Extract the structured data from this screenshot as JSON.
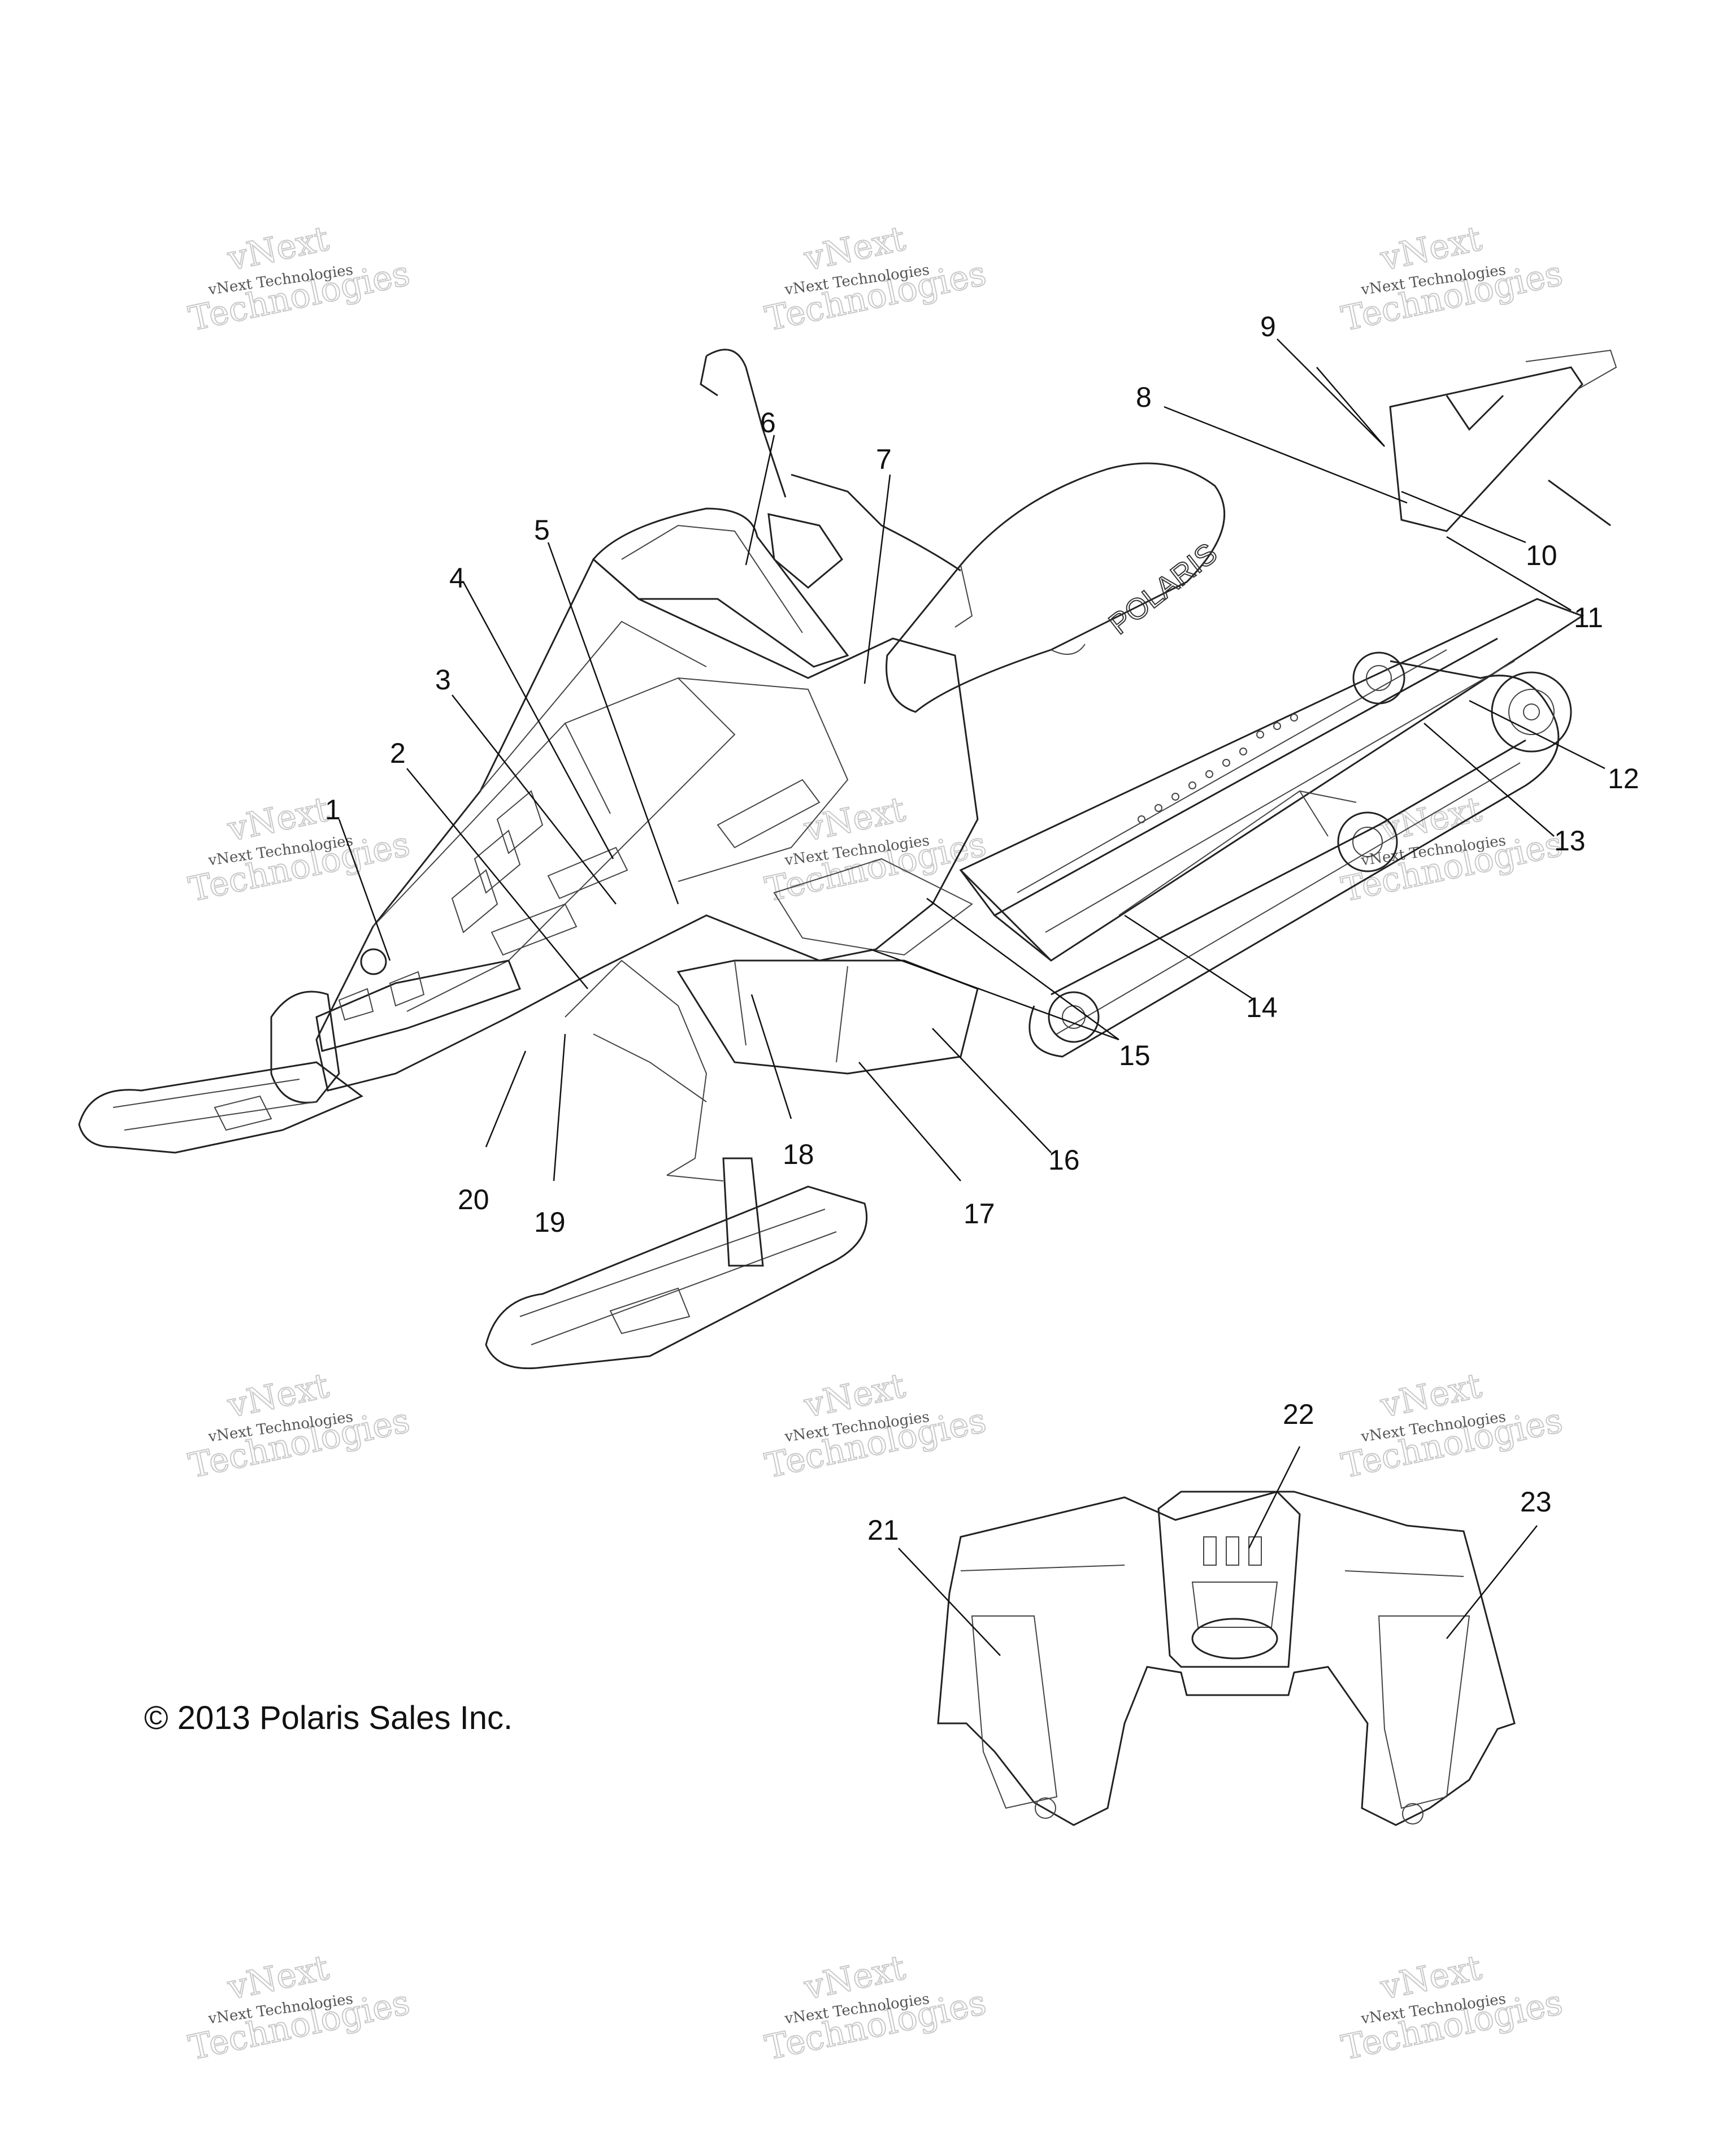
{
  "diagram": {
    "callouts": [
      "1",
      "2",
      "3",
      "4",
      "5",
      "6",
      "7",
      "8",
      "9",
      "10",
      "11",
      "12",
      "13",
      "14",
      "15",
      "16",
      "17",
      "18",
      "19",
      "20",
      "21",
      "22",
      "23"
    ],
    "seat_logo": "POLARIS",
    "copyright": "© 2013 Polaris Sales Inc.",
    "watermark": {
      "line1": "vNext Technologies",
      "line2": "vNext",
      "line3": "Technologies"
    }
  }
}
